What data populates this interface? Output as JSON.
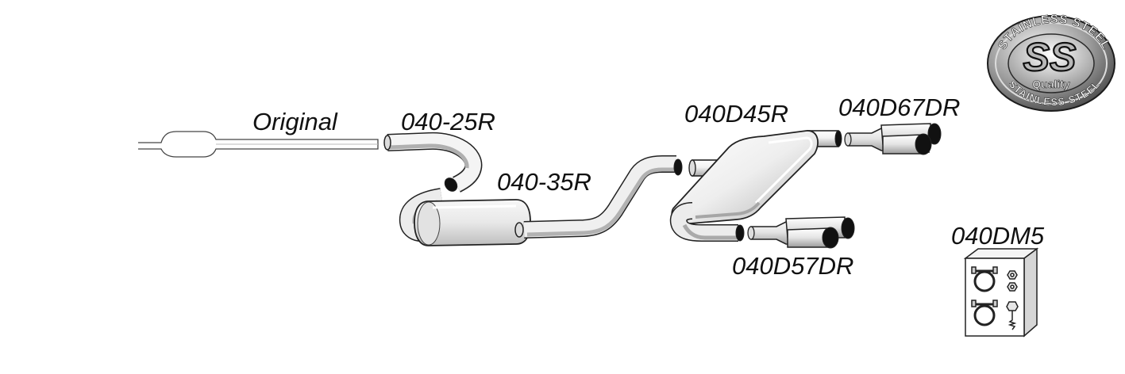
{
  "diagram": {
    "parts": [
      {
        "id": "original",
        "label": "Original"
      },
      {
        "id": "front-pipe",
        "label": "040-25R"
      },
      {
        "id": "middle-silencer",
        "label": "040-35R"
      },
      {
        "id": "rear-silencer",
        "label": "040D45R"
      },
      {
        "id": "tailpipe-right",
        "label": "040D67DR"
      },
      {
        "id": "tailpipe-left",
        "label": "040D57DR"
      },
      {
        "id": "mounting-kit",
        "label": "040DM5"
      }
    ],
    "badge": {
      "center_text": "SS",
      "ring_top_text": "STAINLESS STEEL",
      "ring_bottom_text": "STAINLESS STEEL",
      "sub_text": "Quality"
    }
  },
  "colors": {
    "pipe_light": "#fafafa",
    "pipe_dark": "#9a9a9a",
    "outline": "#222222",
    "badge_metal": "#8a8a8a"
  }
}
